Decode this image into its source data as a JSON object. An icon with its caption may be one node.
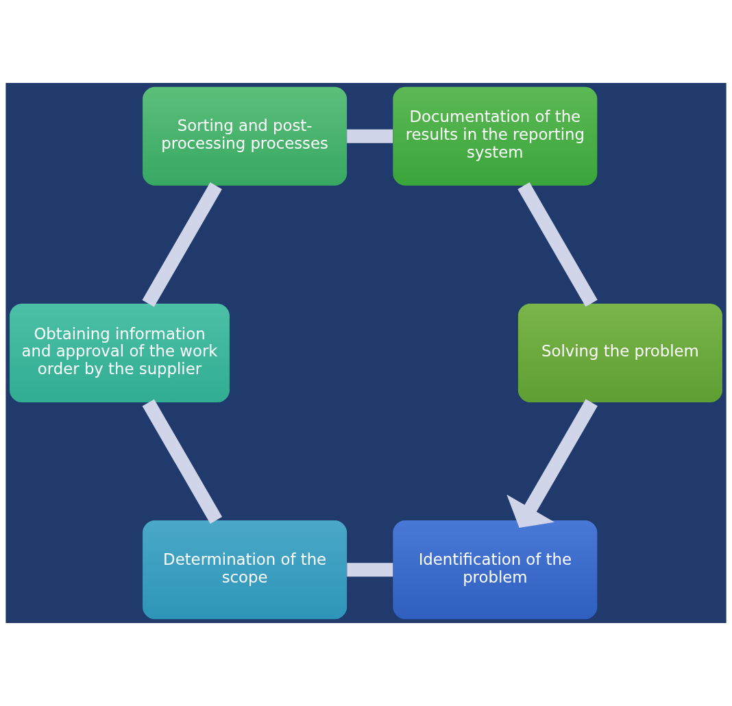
{
  "diagram": {
    "nodes": [
      {
        "text": [
          "Identification of the problem"
        ]
      },
      {
        "text": [
          "Determination of the scope"
        ]
      },
      {
        "text": [
          "Obtaining information and approval of the work order by the supplier"
        ]
      },
      {
        "text": [
          "Sorting and post-processing processes"
        ]
      },
      {
        "text": [
          "Documentation of the results in the reporting system"
        ]
      },
      {
        "text": [
          "Solving the problem"
        ]
      }
    ],
    "edges": [
      {
        "from": 0,
        "to": 1,
        "arrow": "none"
      },
      {
        "from": 1,
        "to": 2,
        "arrow": "none"
      },
      {
        "from": 2,
        "to": 3,
        "arrow": "none"
      },
      {
        "from": 3,
        "to": 4,
        "arrow": "none"
      },
      {
        "from": 4,
        "to": 5,
        "arrow": "none"
      },
      {
        "from": 5,
        "to": 0,
        "arrow": "to"
      }
    ]
  }
}
